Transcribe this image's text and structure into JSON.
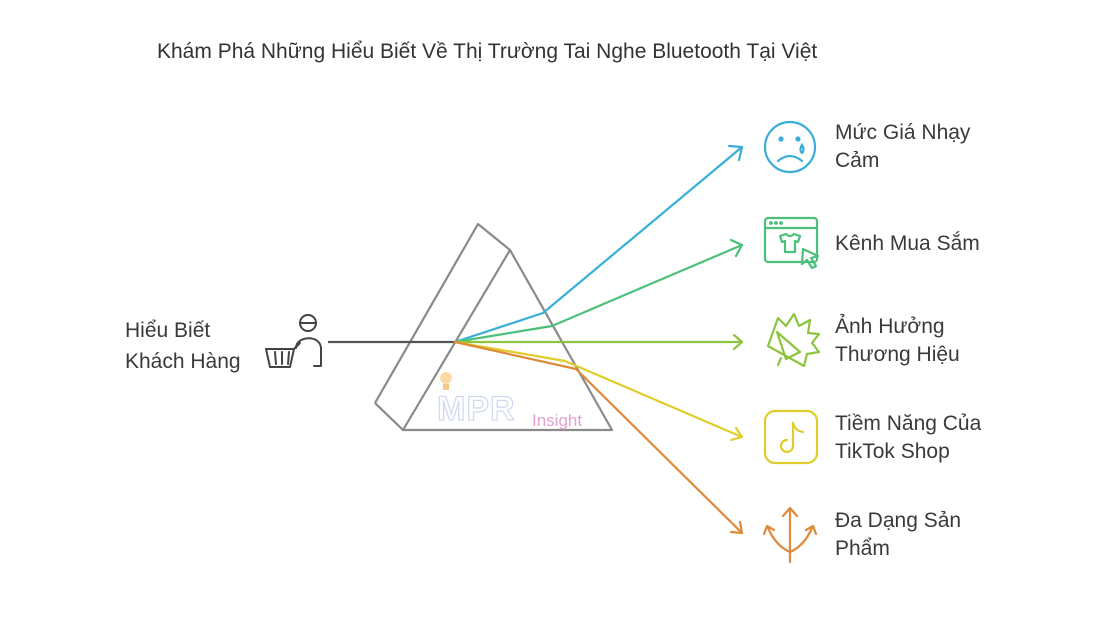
{
  "title": "Khám Phá Những Hiểu Biết Về Thị Trường Tai Nghe Bluetooth Tại Việt",
  "source": {
    "label_line1": "Hiểu Biết",
    "label_line2": "Khách Hàng",
    "icon": "shopper-with-basket-icon"
  },
  "outputs": [
    {
      "line1": "Mức Giá Nhạy",
      "line2": "Cảm",
      "icon": "sad-face-icon",
      "color": "#3aaed8"
    },
    {
      "line1": "Kênh Mua Sắm",
      "line2": "",
      "icon": "online-shop-icon",
      "color": "#4cbf7a"
    },
    {
      "line1": "Ảnh Hưởng",
      "line2": "Thương Hiệu",
      "icon": "megaphone-icon",
      "color": "#8dc43f"
    },
    {
      "line1": "Tiềm Năng Của",
      "line2": "TikTok Shop",
      "icon": "tiktok-icon",
      "color": "#e0cc2a"
    },
    {
      "line1": "Đa Dạng Sản",
      "line2": "Phẩm",
      "icon": "diverging-arrows-icon",
      "color": "#de8a3a"
    }
  ],
  "watermark": {
    "brand": "MPR",
    "suffix": "Insight"
  },
  "colors": {
    "prism": "#8a8a8a",
    "input_beam": "#555555",
    "text": "#3a3a3a"
  }
}
